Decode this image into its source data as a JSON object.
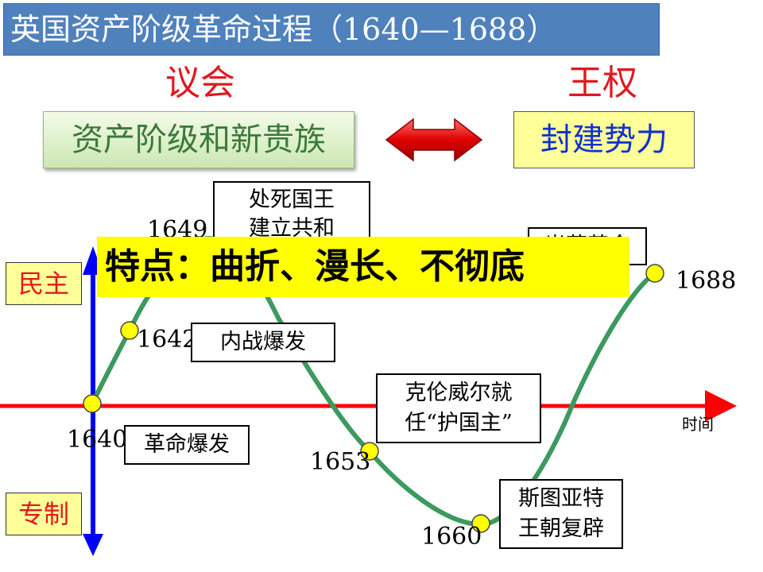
{
  "title": "英国资产阶级革命过程（1640—1688）",
  "sides": {
    "parliament": "议会",
    "crown": "王权"
  },
  "parties": {
    "bourgeois": "资产阶级和新贵族",
    "feudal": "封建势力"
  },
  "axis": {
    "top_label": "民主",
    "bottom_label": "专制",
    "time_label": "时间"
  },
  "colors": {
    "title_bg": "#4f81bd",
    "axis": "#ff0000",
    "vertical_axis": "#0000ff",
    "curve": "#3c9a5f",
    "point": "#ffff00",
    "red_text": "#e0191f"
  },
  "events": [
    {
      "year": "1640",
      "text": "革命爆发"
    },
    {
      "year": "1642",
      "text": "内战爆发"
    },
    {
      "year": "1649",
      "text": "处死国王建立共和国"
    },
    {
      "year": "1653",
      "text": "克伦威尔就任“护国主”"
    },
    {
      "year": "1660",
      "text": "斯图亚特王朝复辟"
    },
    {
      "year": "1688",
      "text": "光荣革命"
    }
  ],
  "summary": "特点：曲折、漫长、不彻底"
}
